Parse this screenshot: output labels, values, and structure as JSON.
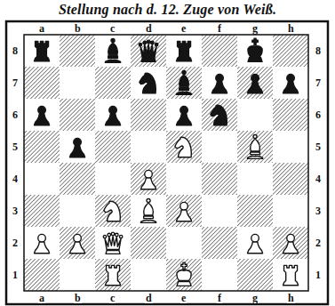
{
  "diagram": {
    "title": "Stellung nach d. 12. Zuge von Weiß.",
    "labels": [
      "a",
      "b",
      "c",
      "d",
      "e",
      "f",
      "g",
      "h",
      "8",
      "8",
      "7",
      "7",
      "6",
      "6",
      "5",
      "5",
      "4",
      "4",
      "3",
      "3",
      "2",
      "2",
      "1",
      "1",
      "a",
      "b",
      "c",
      "d",
      "e",
      "f",
      "g",
      "h"
    ]
  }
}
